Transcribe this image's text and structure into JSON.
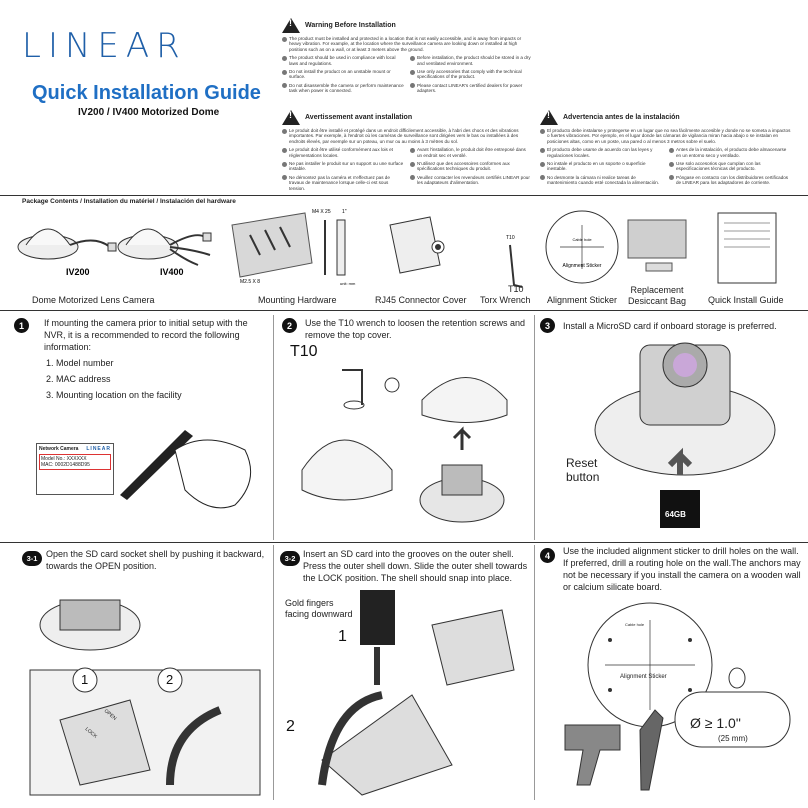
{
  "header": {
    "logo": "LINEAR",
    "title": "Quick Installation Guide",
    "subtitle": "IV200 / IV400 Motorized Dome"
  },
  "warnings": {
    "en": {
      "heading": "Warning Before Installation",
      "intro": "The product must be installed and protected in a location that is not easily accessible, and is away from impacts or heavy vibration. For example, at the location where the surveillance camera are looking down or installed at high positions such as on a wall, or at least 3 meters above the ground.",
      "left": [
        "The product should be used in compliance with local laws and regulations.",
        "Do not install the product on an unstable mount or surface.",
        "Do not disassemble the camera or perform maintenance task when power is connected."
      ],
      "right": [
        "Before installation, the product should be stored in a dry and ventilated environment.",
        "Use only accessories that comply with the technical specifications of the product.",
        "Please contact LINEAR's certified dealers for power adapters."
      ]
    },
    "fr": {
      "heading": "Avertissement avant installation",
      "intro": "Le produit doit être installé et protégé dans un endroit difficilement accessible, à l'abri des chocs et des vibrations importantes. Par exemple, à l'endroit où les caméras de surveillance sont dirigées vers le bas ou installées à des endroits élevés, par exemple sur un poteau, un mur ou au moins à 3 mètres du sol.",
      "left": [
        "Le produit doit être utilisé conformément aux lois et réglementations locales.",
        "Ne pas installer le produit sur un support ou une surface instable.",
        "Ne démontez pas la caméra et n'effectuez pas de travaux de maintenance lorsque celle-ci est sous tension."
      ],
      "right": [
        "Avant l'installation, le produit doit être entreposé dans un endroit sec et ventilé.",
        "N'utilisez que des accessoires conformes aux spécifications techniques du produit.",
        "Veuillez contacter les revendeurs certifiés LINEAR pour les adaptateurs d'alimentation."
      ]
    },
    "es": {
      "heading": "Advertencia antes de la instalación",
      "intro": "El producto debe instalarse y protegerse en un lugar que no sea fácilmente accesible y donde no se someta a impactos o fuertes vibraciones. Por ejemplo, en el lugar donde las cámaras de vigilancia miran hacia abajo o se instalan en posiciones altas, como en un poste, una pared o al menos 3 metros sobre el suelo.",
      "left": [
        "El producto debe usarse de acuerdo con las leyes y regulaciones locales.",
        "No instale el producto en un soporte o superficie inestable.",
        "No desmonte la cámara ni realice tareas de mantenimiento cuando esté conectada la alimentación."
      ],
      "right": [
        "Antes de la instalación, el producto debe almacenarse en un entorno seco y ventilado.",
        "Use solo accesorios que cumplan con las especificaciones técnicas del producto.",
        "Póngase en contacto con los distribuidores certificados de LINEAR para los adaptadores de corriente."
      ]
    }
  },
  "package": {
    "title": "Package Contents / Installation du matériel / Instalación del hardware",
    "labels": {
      "iv200": "IV200",
      "iv400": "IV400",
      "m4": "M4 X 25",
      "inch": "1\"",
      "m25": "M2.5 X 8",
      "unit": "unit: mm",
      "t10_top": "T10",
      "sticker_note": "Cable hole",
      "sticker_name": "Alignment Sticker"
    },
    "items": [
      "Dome Motorized Lens Camera",
      "Mounting Hardware",
      "RJ45 Connector Cover",
      "Torx Wrench",
      "Alignment Sticker",
      "Replacement\nDesiccant Bag",
      "Quick Install Guide"
    ]
  },
  "steps": {
    "s1": {
      "num": "1",
      "text": "If mounting the camera prior to initial setup with the NVR, it is a recommended to record the following information:",
      "list": [
        "1.  Model number",
        "2.  MAC address",
        "3.  Mounting location on the facility"
      ],
      "label_title": "Network Camera",
      "label_brand": "LINEAR",
      "label_model": "Model No.: XXXXXX",
      "label_mac": "MAC: 0002D1488D95"
    },
    "s2": {
      "num": "2",
      "text": "Use the T10 wrench to loosen the retention screws and remove the top cover.",
      "label": "T10"
    },
    "s3": {
      "num": "3",
      "text": "Install a MicroSD card if onboard storage is preferred.",
      "reset": "Reset\nbutton",
      "card": "64GB"
    },
    "s31": {
      "num": "3-1",
      "text": "Open the SD card socket shell by pushing it backward, towards the OPEN position.",
      "n1": "1",
      "n2": "2",
      "open": "OPEN",
      "lock": "LOCK"
    },
    "s32": {
      "num": "3-2",
      "text": "Insert an SD card into the grooves on the outer shell. Press the outer shell down. Slide the outer shell towards the LOCK position. The shell should snap into place.",
      "gold": "Gold fingers\nfacing downward",
      "n1": "1",
      "n2": "2"
    },
    "s4": {
      "num": "4",
      "text": "Use the included alignment sticker to drill holes on the wall. If preferred, drill a routing hole on the wall.The anchors may not be necessary if you install the camera on a wooden wall or calcium silicate board.",
      "dia": "Ø ≥ 1.0\"",
      "mm": "(25 mm)",
      "sticker": "Alignment  Sticker",
      "cable": "Cable hole"
    }
  },
  "colors": {
    "brand_blue": "#1f5fa8",
    "title_blue": "#1f6fc4",
    "dark": "#111111"
  }
}
